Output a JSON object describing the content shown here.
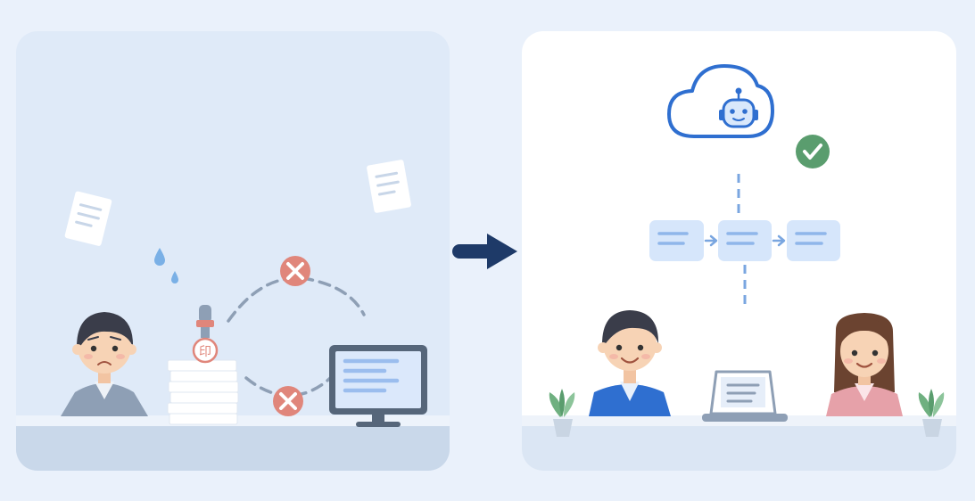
{
  "colors": {
    "page_background": "#eaf1fb",
    "before_panel": "#dfeaf8",
    "after_panel": "#ffffff",
    "desk_before": "#c9d8ea",
    "desk_after": "#dbe6f4",
    "arrow": "#1e3a68",
    "cloud_stroke": "#2f6fd0",
    "robot_face": "#d9e8fb",
    "check_badge": "#5a9d6e",
    "error_badge": "#e0867b",
    "flow_box": "#d6e6fb",
    "flow_line": "#7aa6e0",
    "monitor_frame": "#56667a",
    "monitor_screen": "#dbe8fb",
    "worker_shirt": "#8e9fb5",
    "assistant_shirt": "#2f6fd0",
    "colleague_shirt": "#e6a1a9",
    "colleague_hair": "#6b4330",
    "skin": "#f7d3b5",
    "hair_dark": "#3a3d4a",
    "plant": "#6fb080",
    "water_drop": "#7ab0e6"
  },
  "before": {
    "stamp_character": "印",
    "icons": [
      "paper-document-icon",
      "sweat-drop-icon",
      "stamp-icon",
      "error-x-icon",
      "monitor-icon"
    ],
    "worker_expression": "stressed"
  },
  "transition": {
    "icon": "right-arrow-icon"
  },
  "after": {
    "icons": [
      "cloud-icon",
      "robot-icon",
      "check-icon",
      "laptop-icon",
      "plant-icon"
    ],
    "workflow_steps": 3,
    "people_expression": "smiling"
  }
}
